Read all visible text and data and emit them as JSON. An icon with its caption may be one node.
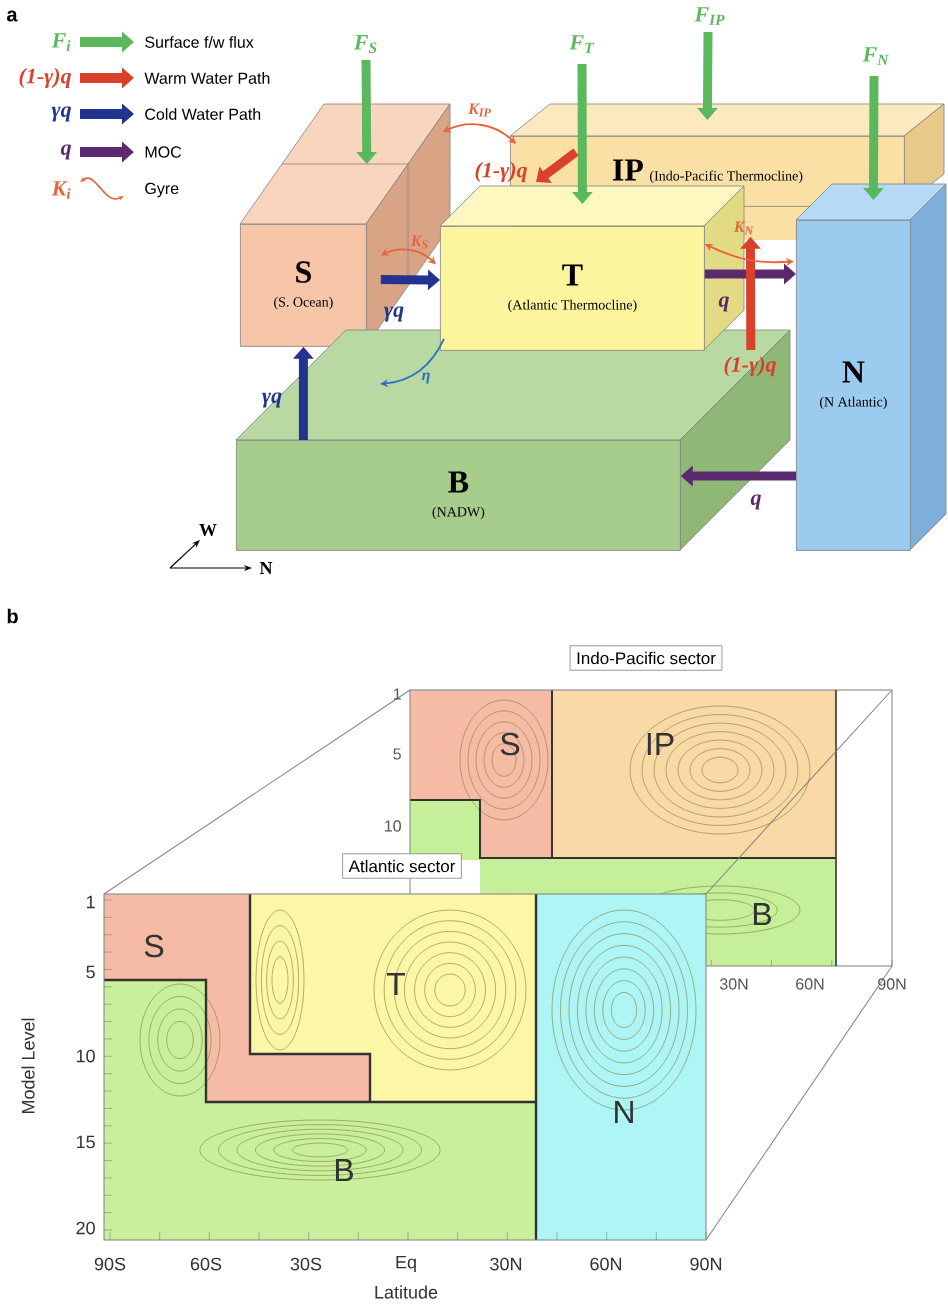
{
  "diagram": {
    "nodes": [
      {
        "text": [
          "S",
          "(S. Ocean)"
        ]
      },
      {
        "text": [
          "IP",
          "(Indo-Pacific Thermocline)"
        ]
      },
      {
        "text": [
          "T",
          "(Atlantic Thermocline)"
        ]
      },
      {
        "text": [
          "N",
          "(N Atlantic)"
        ]
      },
      {
        "text": [
          "B",
          "(NADW)"
        ]
      },
      {
        "text": [
          "Indo-Pacific sector"
        ]
      },
      {
        "text": [
          "Atlantic sector"
        ]
      }
    ],
    "edges": [
      {
        "from": null,
        "to": 0,
        "arrow": "to",
        "label": "F$_{S}$",
        "color": "#5cb85c"
      },
      {
        "from": null,
        "to": 2,
        "arrow": "to",
        "label": "F$_{T}$",
        "color": "#5cb85c"
      },
      {
        "from": null,
        "to": 1,
        "arrow": "to",
        "label": "F$_{IP}$",
        "color": "#5cb85c"
      },
      {
        "from": null,
        "to": 3,
        "arrow": "to",
        "label": "F$_{N}$",
        "color": "#5cb85c"
      },
      {
        "from": 2,
        "to": 3,
        "arrow": "to",
        "label": "q",
        "color": "#5b2a6e"
      },
      {
        "from": 3,
        "to": 4,
        "arrow": "to",
        "label": "q",
        "color": "#5b2a6e"
      },
      {
        "from": 4,
        "to": 0,
        "arrow": "to",
        "label": "γq",
        "color": "#22348f"
      },
      {
        "from": 0,
        "to": 2,
        "arrow": "to",
        "label": "γq",
        "color": "#22348f"
      },
      {
        "from": 1,
        "to": 2,
        "arrow": "to",
        "label": "(1-γ)q",
        "color": "#d9412b"
      },
      {
        "from": 4,
        "to": 1,
        "arrow": "to",
        "label": "(1-γ)q",
        "color": "#d9412b"
      },
      {
        "from": 0,
        "to": 2,
        "arrow": "both",
        "label": "K$_{S}$",
        "color": "#e8643c"
      },
      {
        "from": 0,
        "to": 1,
        "arrow": "both",
        "label": "K$_{IP}$",
        "color": "#e8643c"
      },
      {
        "from": 2,
        "to": 3,
        "arrow": "both",
        "label": "K$_{N}$",
        "color": "#e8643c"
      },
      {
        "from": 2,
        "to": 4,
        "arrow": "to",
        "label": "η",
        "color": "#2f6fc0"
      }
    ],
    "labels": [
      "a",
      "F$_{i}$",
      "(1-γ)q",
      "γq",
      "q",
      "K$_{i}$",
      "W",
      "N",
      "b",
      "1",
      "5",
      "10",
      "S",
      "IP",
      "B",
      "30N",
      "60N",
      "90N",
      "1",
      "5",
      "10",
      "15",
      "20",
      "S",
      "T",
      "N",
      "B",
      "90S",
      "60S",
      "30S",
      "Eq",
      "30N",
      "60N",
      "90N",
      "Model Level",
      "Latitude"
    ],
    "legend": [
      {
        "text": "Surface f/w flux",
        "color": "#5cb85c"
      },
      {
        "text": "Warm Water Path",
        "color": "#d9412b"
      },
      {
        "text": "Cold Water Path",
        "color": "#22348f"
      },
      {
        "text": "MOC",
        "color": "#5b2a6e"
      },
      {
        "text": "Gyre"
      }
    ]
  }
}
